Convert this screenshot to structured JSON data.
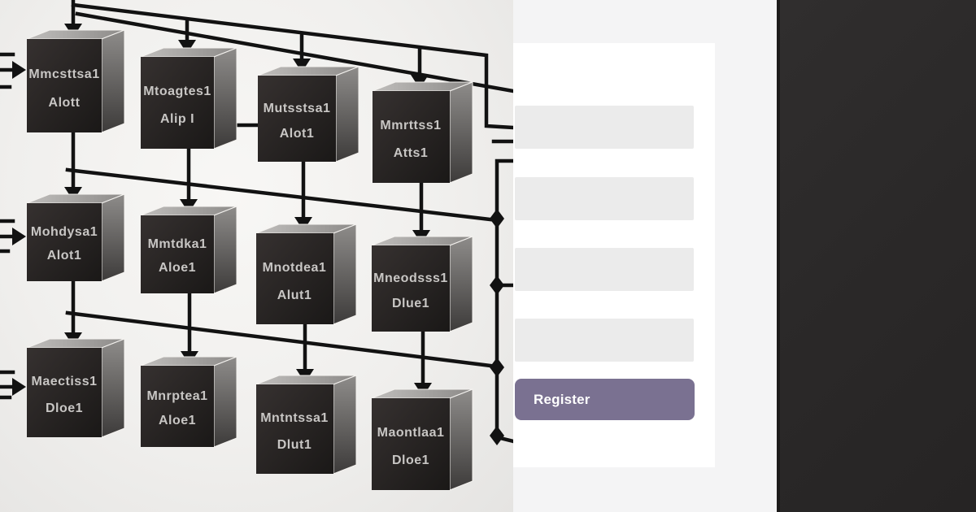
{
  "diagram": {
    "boxes": [
      {
        "line1": "Mmcsttsa1",
        "line2": "Alott"
      },
      {
        "line1": "Mtoagtes1",
        "line2": "Alip I"
      },
      {
        "line1": "Mutsstsa1",
        "line2": "Alot1"
      },
      {
        "line1": "Mmrttss1",
        "line2": "Atts1"
      },
      {
        "line1": "Mohdysa1",
        "line2": "Alot1"
      },
      {
        "line1": "Mmtdka1",
        "line2": "Aloe1"
      },
      {
        "line1": "Mnotdea1",
        "line2": "Alut1"
      },
      {
        "line1": "Mneodsss1",
        "line2": "Dlue1"
      },
      {
        "line1": "Maectiss1",
        "line2": "Dloe1"
      },
      {
        "line1": "Mnrptea1",
        "line2": "Aloe1"
      },
      {
        "line1": "Mntntssa1",
        "line2": "Dlut1"
      },
      {
        "line1": "Maontlaa1",
        "line2": "Dloe1"
      }
    ]
  },
  "form": {
    "register_label": "Register"
  },
  "colors": {
    "accent_purple": "#7a7191",
    "field_gray": "#ebebeb",
    "card_white": "#ffffff",
    "panel_background": "#f4f4f5",
    "dark_panel": "#2b2929",
    "wire_black": "#121212",
    "box_front": "#242120",
    "box_top": "#a8a6a4",
    "box_side": "#6b6967"
  }
}
